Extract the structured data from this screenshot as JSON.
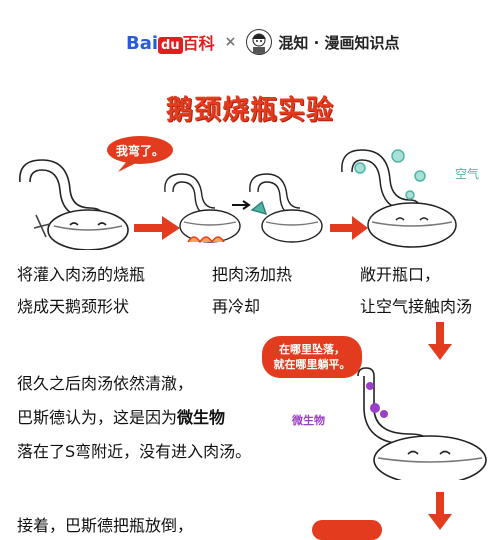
{
  "header": {
    "brand_bai": "Bai",
    "brand_du": "du",
    "brand_baike": "百科",
    "separator": "×",
    "partner": "混知 · 漫画知识点"
  },
  "title": "鹅颈烧瓶实验",
  "bubbles": {
    "bent": "我弯了。",
    "air": "空气",
    "where_fall": "在哪里坠落，",
    "where_lie": "就在哪里躺平。",
    "microbe": "微生物"
  },
  "steps": [
    {
      "line1": "将灌入肉汤的烧瓶",
      "line2": "烧成天鹅颈形状"
    },
    {
      "line1": "把肉汤加热",
      "line2": "再冷却"
    },
    {
      "line1": "敞开瓶口，",
      "line2": "让空气接触肉汤"
    }
  ],
  "explain": {
    "line1": "很久之后肉汤依然清澈，",
    "line2_pre": "巴斯德认为，这是因为",
    "line2_kw": "微生物",
    "line3": "落在了S弯附近，没有进入肉汤。",
    "line4": "接着，巴斯德把瓶放倒，"
  },
  "colors": {
    "accent": "#e23b1e",
    "microbe": "#9b3fc6",
    "air": "#4fb3a6"
  }
}
